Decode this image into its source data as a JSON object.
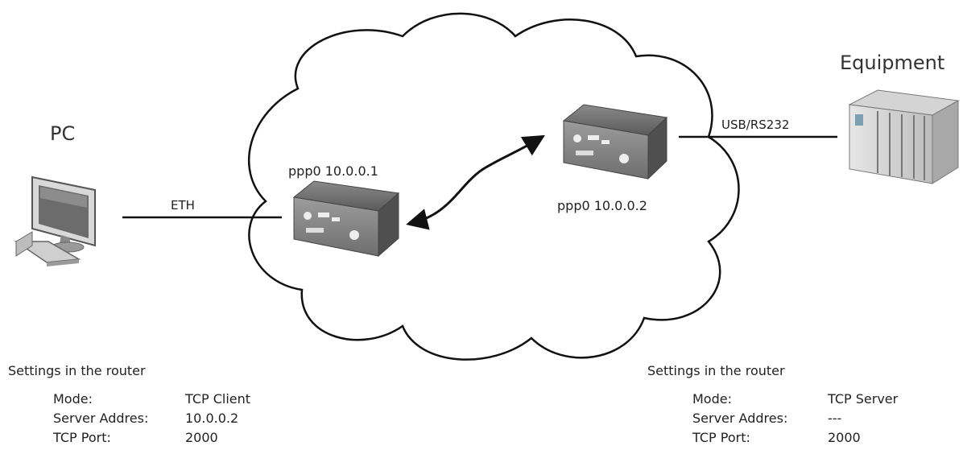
{
  "labels": {
    "pc": "PC",
    "equipment": "Equipment",
    "router_left_ip": "ppp0 10.0.0.1",
    "router_right_ip": "ppp0 10.0.0.2",
    "link_eth": "ETH",
    "link_usb": "USB/RS232"
  },
  "settings_left": {
    "heading": "Settings in the router",
    "mode_key": "Mode:",
    "mode_val": "TCP Client",
    "server_key": "Server Addres:",
    "server_val": "10.0.0.2",
    "port_key": "TCP Port:",
    "port_val": "2000"
  },
  "settings_right": {
    "heading": "Settings in the router",
    "mode_key": "Mode:",
    "mode_val": "TCP Server",
    "server_key": "Server Addres:",
    "server_val": "---",
    "port_key": "TCP Port:",
    "port_val": "2000"
  },
  "colors": {
    "line": "#111111",
    "router_body": "#6a6a6a",
    "cloud_stroke": "#111111"
  }
}
